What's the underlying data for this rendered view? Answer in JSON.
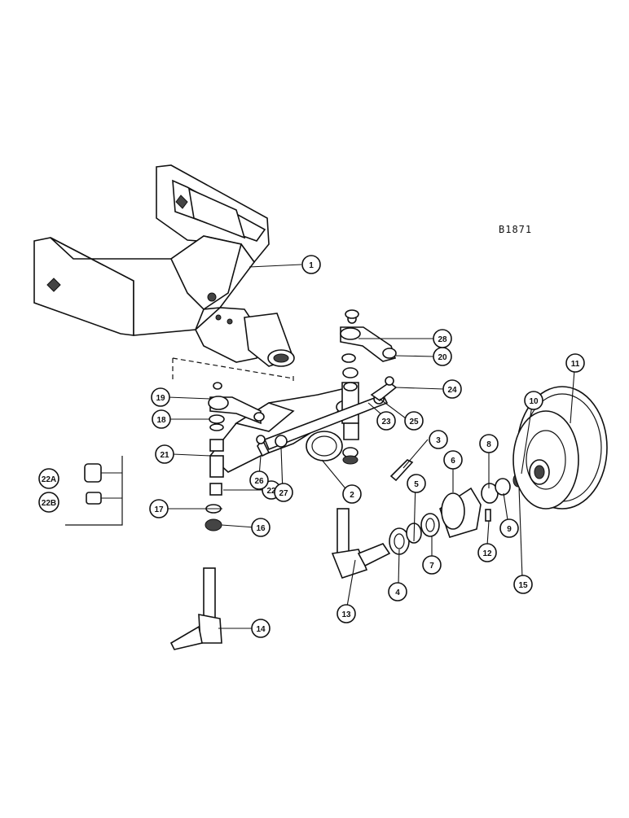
{
  "diagram": {
    "reference_code": "B1871",
    "callouts": [
      {
        "id": "1",
        "label": "1"
      },
      {
        "id": "2",
        "label": "2"
      },
      {
        "id": "3",
        "label": "3"
      },
      {
        "id": "4",
        "label": "4"
      },
      {
        "id": "5",
        "label": "5"
      },
      {
        "id": "6",
        "label": "6"
      },
      {
        "id": "7",
        "label": "7"
      },
      {
        "id": "8",
        "label": "8"
      },
      {
        "id": "9",
        "label": "9"
      },
      {
        "id": "10",
        "label": "10"
      },
      {
        "id": "11",
        "label": "11"
      },
      {
        "id": "12",
        "label": "12"
      },
      {
        "id": "13",
        "label": "13"
      },
      {
        "id": "14",
        "label": "14"
      },
      {
        "id": "15",
        "label": "15"
      },
      {
        "id": "16",
        "label": "16"
      },
      {
        "id": "17",
        "label": "17"
      },
      {
        "id": "18",
        "label": "18"
      },
      {
        "id": "19",
        "label": "19"
      },
      {
        "id": "20",
        "label": "20"
      },
      {
        "id": "21",
        "label": "21"
      },
      {
        "id": "22",
        "label": "22"
      },
      {
        "id": "22A",
        "label": "22A"
      },
      {
        "id": "22B",
        "label": "22B"
      },
      {
        "id": "23",
        "label": "23"
      },
      {
        "id": "24",
        "label": "24"
      },
      {
        "id": "25",
        "label": "25"
      },
      {
        "id": "26",
        "label": "26"
      },
      {
        "id": "27",
        "label": "27"
      },
      {
        "id": "28",
        "label": "28"
      }
    ]
  }
}
